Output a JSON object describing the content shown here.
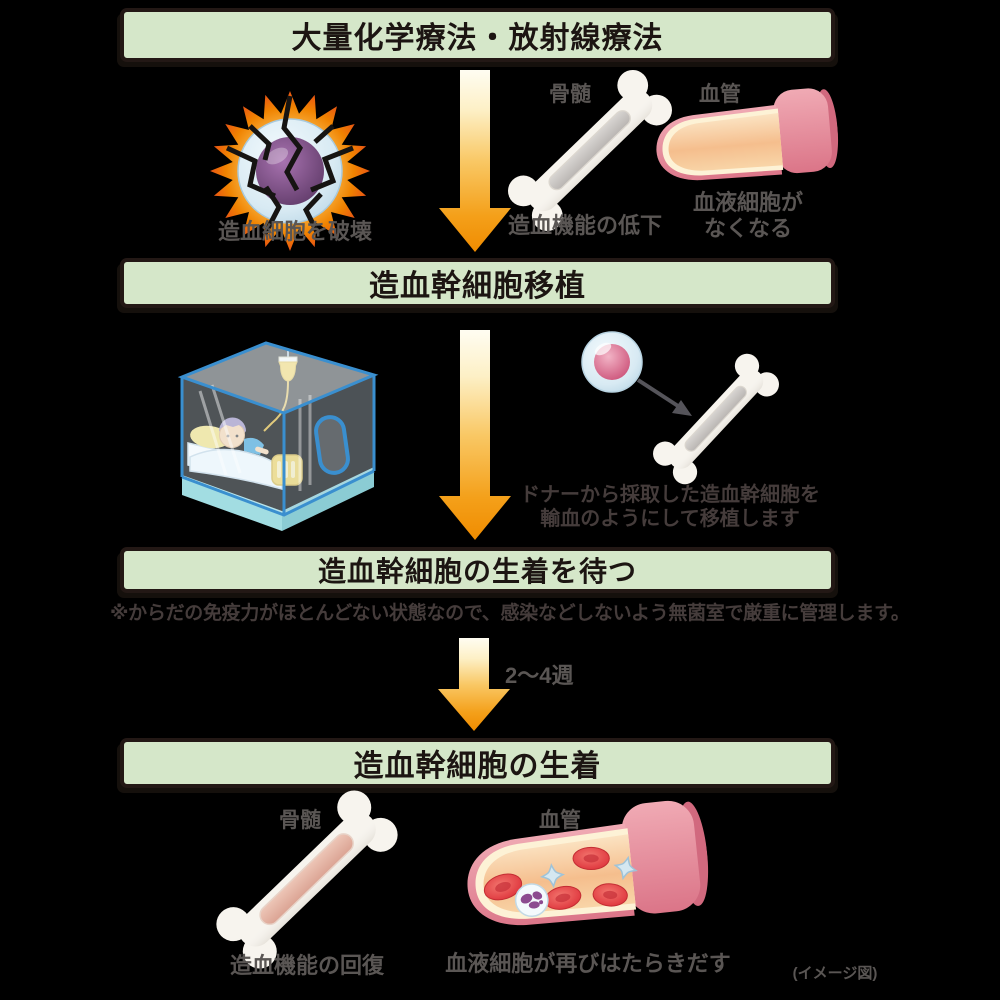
{
  "colors": {
    "background": "#000000",
    "banner_fill": "#d5e7c9",
    "banner_border": "#231815",
    "arrow_orange": "#f08c00",
    "caption_gray": "#5a5654",
    "note_dark": "#453c3b"
  },
  "banners": [
    {
      "label": "大量化学療法・放射線療法"
    },
    {
      "label": "造血幹細胞移植"
    },
    {
      "label": "造血幹細胞の生着を待つ"
    },
    {
      "label": "造血幹細胞の生着"
    }
  ],
  "section_damage": {
    "cell_caption": "造血細胞を破壊",
    "bone_label": "骨髄",
    "bone_caption": "造血機能の低下",
    "vessel_label": "血管",
    "vessel_caption_line1": "血液細胞が",
    "vessel_caption_line2": "なくなる"
  },
  "section_transplant": {
    "caption_line1": "ドナーから採取した造血幹細胞を",
    "caption_line2": "輸血のようにして移植します"
  },
  "section_wait": {
    "note": "※からだの免疫力がほとんどない状態なので、感染などしないよう無菌室で厳重に管理します。",
    "duration_label": "2〜4週"
  },
  "section_engraft": {
    "bone_label": "骨髄",
    "bone_caption": "造血機能の回復",
    "vessel_label": "血管",
    "vessel_caption": "血液細胞が再びはたらきだす",
    "footnote": "(イメージ図)"
  }
}
